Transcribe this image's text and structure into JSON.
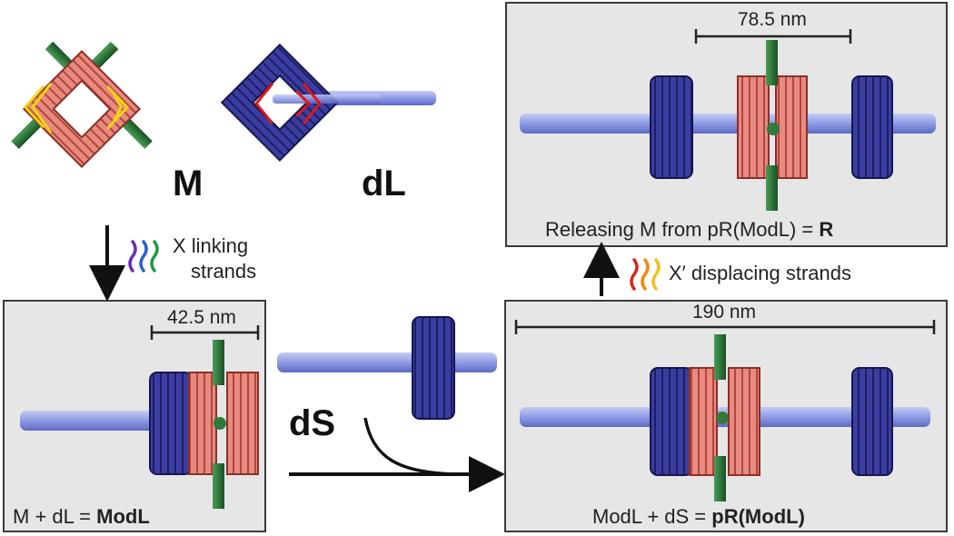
{
  "labels": {
    "M": "M",
    "dL": "dL",
    "dS": "dS",
    "linking_text_1": "X linking",
    "linking_text_2": "strands",
    "displacing_text": "X′ displacing strands"
  },
  "panels": {
    "modl": {
      "scale": "42.5 nm",
      "caption_plain": "M + dL = ",
      "caption_bold": "ModL"
    },
    "prmodl": {
      "scale": "190 nm",
      "caption_plain": "ModL + dS = ",
      "caption_bold": "pR(ModL)"
    },
    "r": {
      "scale": "78.5 nm",
      "caption_plain": "Releasing M from pR(ModL) = ",
      "caption_bold": "R"
    }
  },
  "colors": {
    "red_module": "#e88a80",
    "blue_module": "#3b3da0",
    "rod": "#8f9be3",
    "green_strut": "#2f7a3c",
    "highlight_yellow": "#f5d210",
    "highlight_red": "#e01818",
    "panel_bg": "#e6e6e6",
    "strand_colors": [
      "#6a2fb0",
      "#2e5fd0",
      "#1f9a4a",
      "#d42a1e",
      "#f08a10",
      "#f0c020"
    ]
  }
}
